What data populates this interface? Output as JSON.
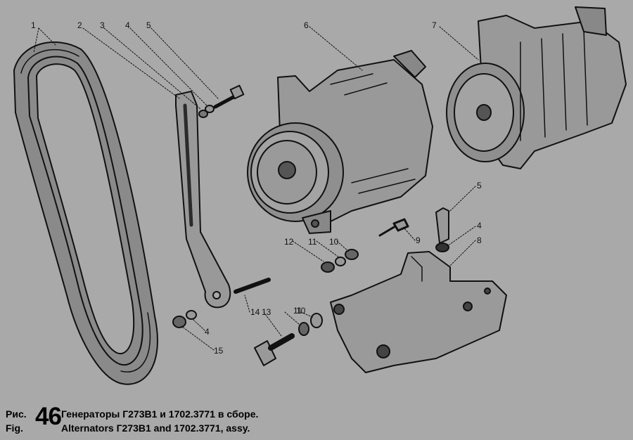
{
  "figure": {
    "prefix_ru": "Рис.",
    "prefix_en": "Fig.",
    "number": "46",
    "title_ru": "Генераторы Г273В1 и 1702.3771 в сборе.",
    "title_en": "Alternators Г273В1 and 1702.3771, assy."
  },
  "callouts": [
    "1",
    "2",
    "3",
    "4",
    "5",
    "6",
    "7",
    "5",
    "4",
    "8",
    "9",
    "12",
    "11",
    "10",
    "14",
    "13",
    "11",
    "10",
    "4",
    "15"
  ],
  "colors": {
    "background": "#a9a9a9",
    "line": "#111111",
    "shade": "#2b2b2b"
  }
}
